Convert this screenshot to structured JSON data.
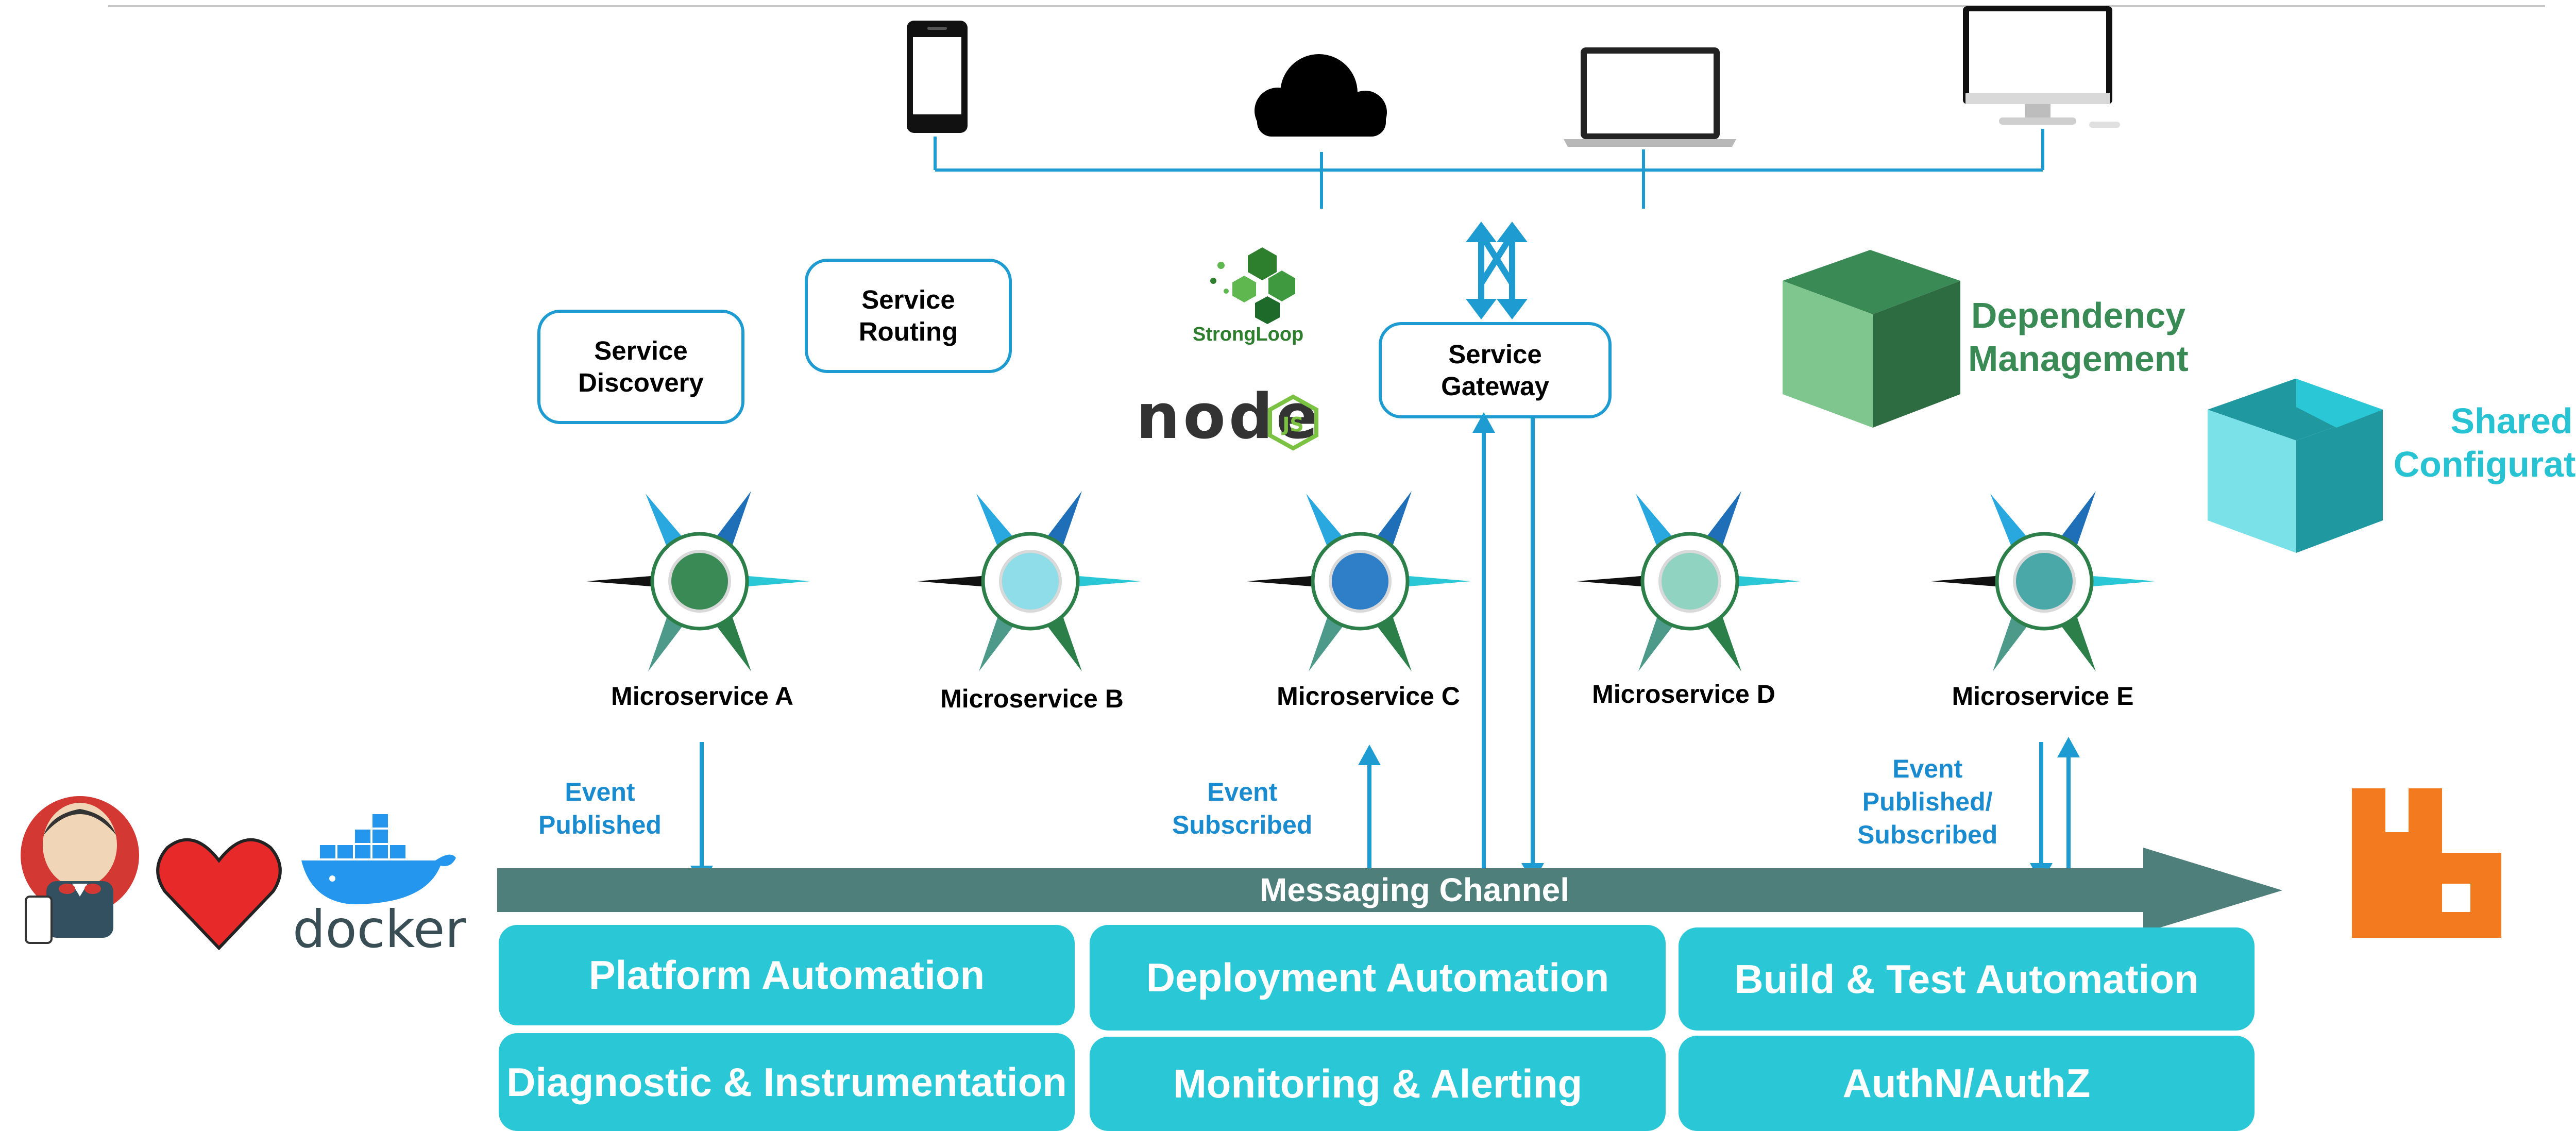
{
  "boxes": {
    "service_discovery": [
      "Service",
      "Discovery"
    ],
    "service_routing": [
      "Service",
      "Routing"
    ],
    "service_gateway": [
      "Service",
      "Gateway"
    ]
  },
  "logos": {
    "strongloop": "StrongLoop",
    "node": "node",
    "docker": "docker"
  },
  "dependency": [
    "Dependency",
    "Management"
  ],
  "shared_config": [
    "Shared",
    "Configuration"
  ],
  "microservices": [
    {
      "label": "Microservice A",
      "color": "#3a8a55"
    },
    {
      "label": "Microservice B",
      "color": "#8fdde8"
    },
    {
      "label": "Microservice C",
      "color": "#2f7fc8"
    },
    {
      "label": "Microservice D",
      "color": "#8fd3c0"
    },
    {
      "label": "Microservice E",
      "color": "#4aa8a8"
    }
  ],
  "events": {
    "published": [
      "Event",
      "Published"
    ],
    "subscribed": [
      "Event",
      "Subscribed"
    ],
    "pub_sub": [
      "Event",
      "Published/",
      "Subscribed"
    ]
  },
  "channel": "Messaging Channel",
  "tiles": [
    "Platform Automation",
    "Deployment Automation",
    "Build & Test Automation",
    "Diagnostic & Instrumentation",
    "Monitoring & Alerting",
    "AuthN/AuthZ"
  ],
  "colors": {
    "accent_blue": "#1e9bd0",
    "channel": "#4e7f7a",
    "tile": "#2ac8d6",
    "dependency_green": "#3a8a55",
    "shared_teal": "#27c3d3",
    "rabbitmq": "#f47a20"
  }
}
